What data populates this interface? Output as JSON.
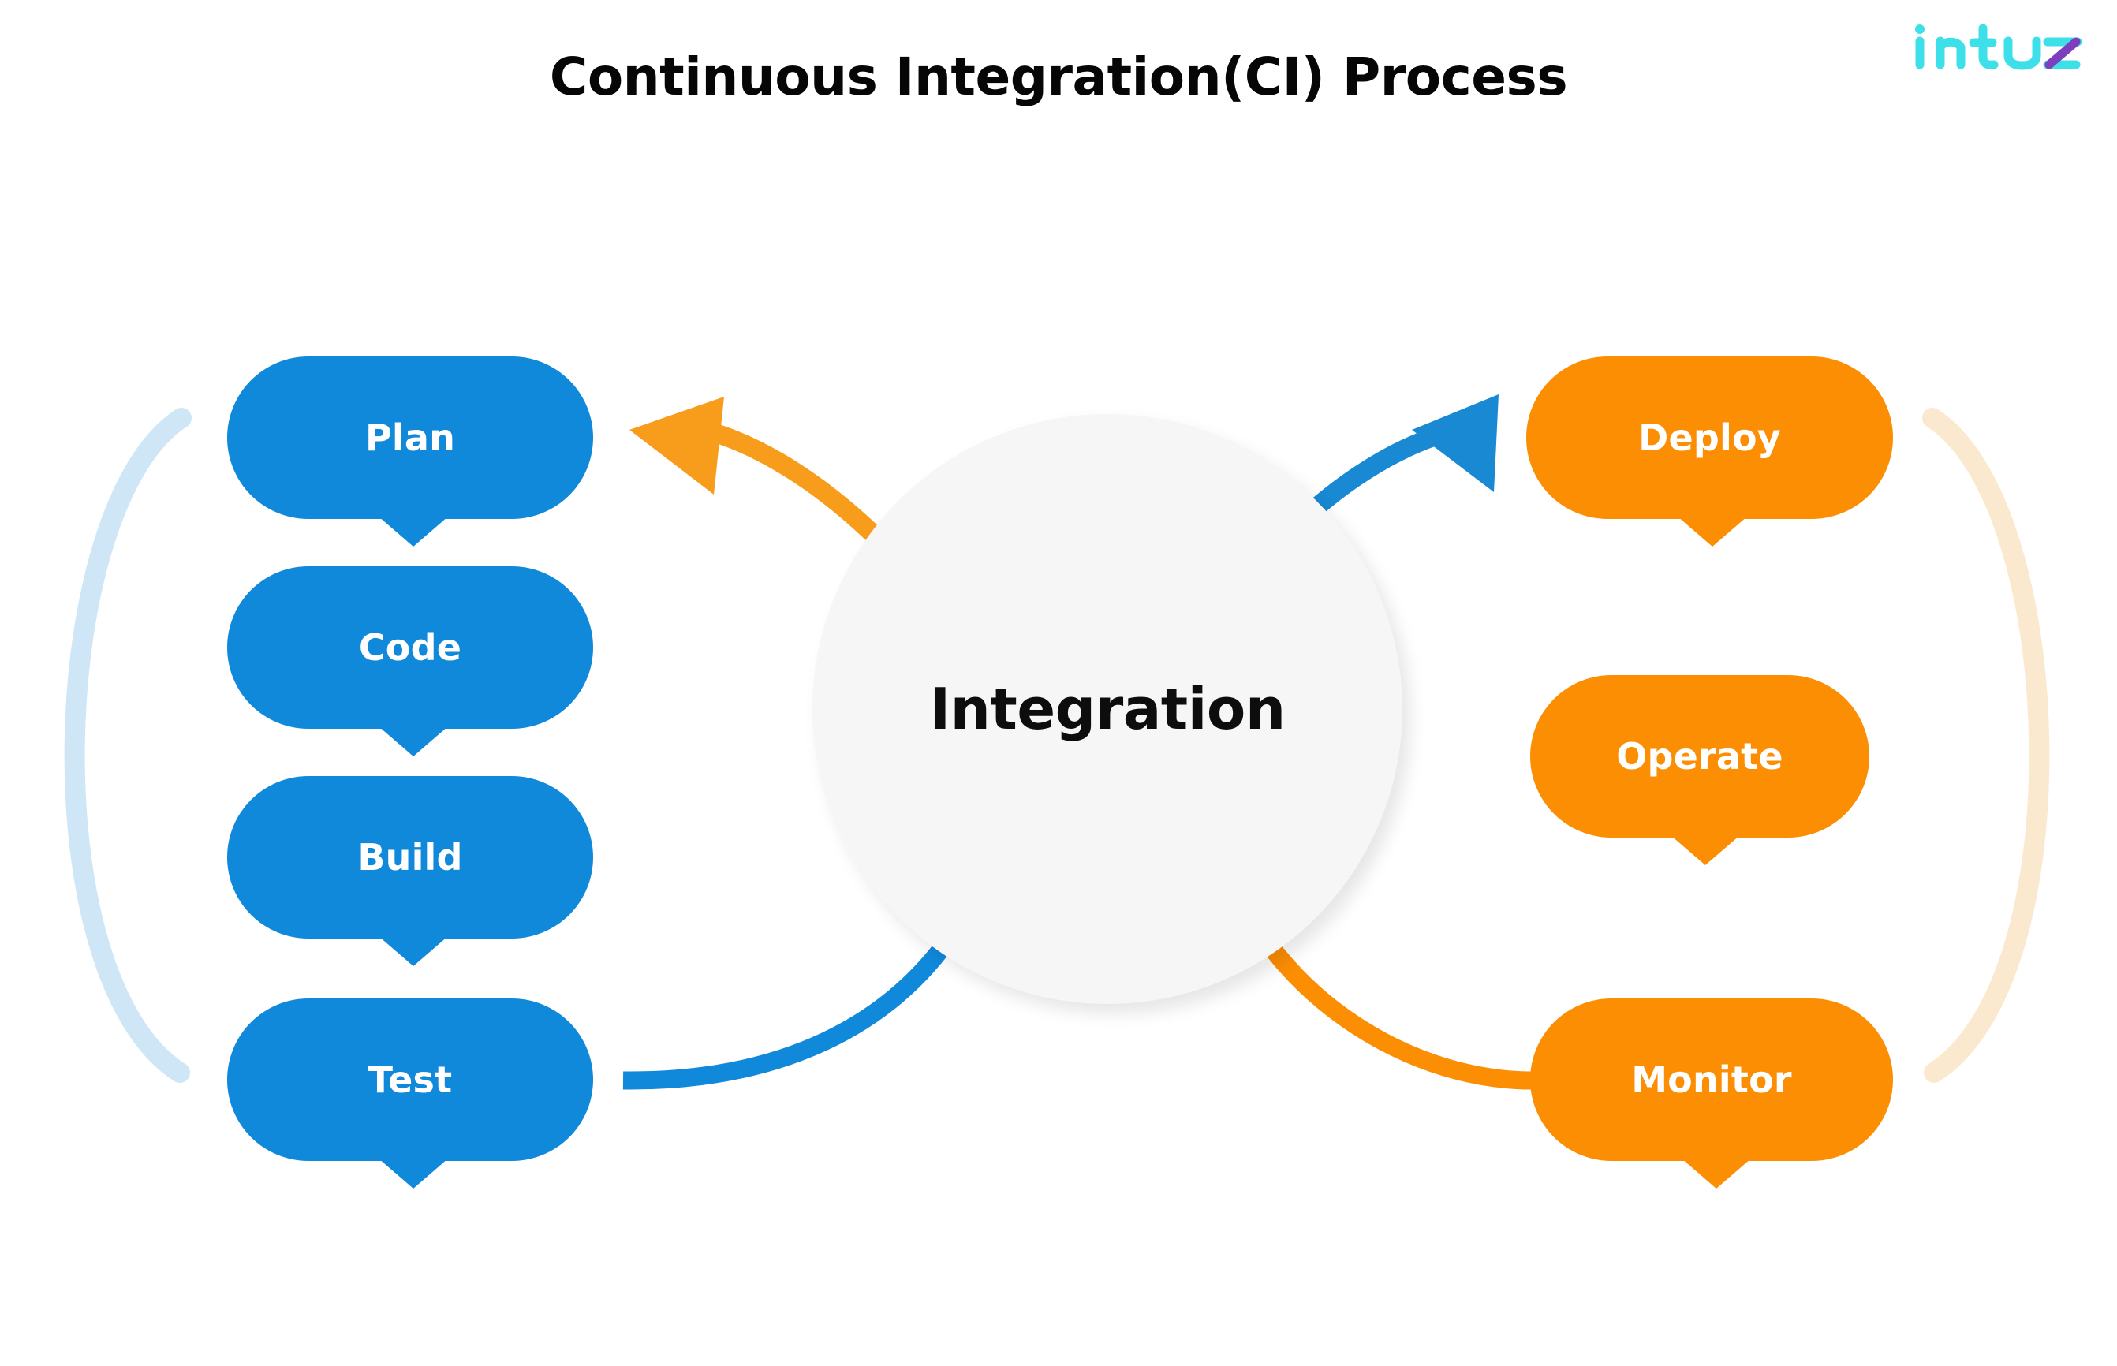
{
  "page": {
    "title": "Continuous Integration(CI) Process",
    "background_color": "#FFFFFF"
  },
  "logo": {
    "name": "intuz",
    "text": "intuz",
    "primary_color": "#3DE0E8",
    "accent_color": "#7E3FBF"
  },
  "colors": {
    "blue": "#1089DB",
    "orange": "#FC8E04",
    "blue_bracket": "#CFE6F7",
    "orange_bracket": "#FBE9CF",
    "circle_fill": "#F6F6F6",
    "text_dark": "#0D0D0D",
    "text_light": "#FFFFFF"
  },
  "center": {
    "label": "Integration"
  },
  "left_column": {
    "accent": "#1089DB",
    "steps": [
      {
        "label": "Plan"
      },
      {
        "label": "Code"
      },
      {
        "label": "Build"
      },
      {
        "label": "Test"
      }
    ]
  },
  "right_column": {
    "accent": "#FC8E04",
    "steps": [
      {
        "label": "Deploy"
      },
      {
        "label": "Operate"
      },
      {
        "label": "Monitor"
      }
    ]
  },
  "connectors": {
    "inbound_arrow": {
      "color": "#FC8E04",
      "direction": "left",
      "from": "Integration",
      "to": "Plan"
    },
    "outbound_arrow": {
      "color": "#1089DB",
      "direction": "right",
      "from": "Integration",
      "to": "Deploy"
    },
    "test_to_integration": {
      "color": "#1089DB",
      "from": "Test",
      "to": "Integration"
    },
    "integration_to_monitor": {
      "color": "#FC8E04",
      "from": "Integration",
      "to": "Monitor"
    },
    "left_bracket": {
      "color": "#CFE6F7",
      "shape": "open-paren"
    },
    "right_bracket": {
      "color": "#FBE9CF",
      "shape": "close-paren"
    }
  }
}
